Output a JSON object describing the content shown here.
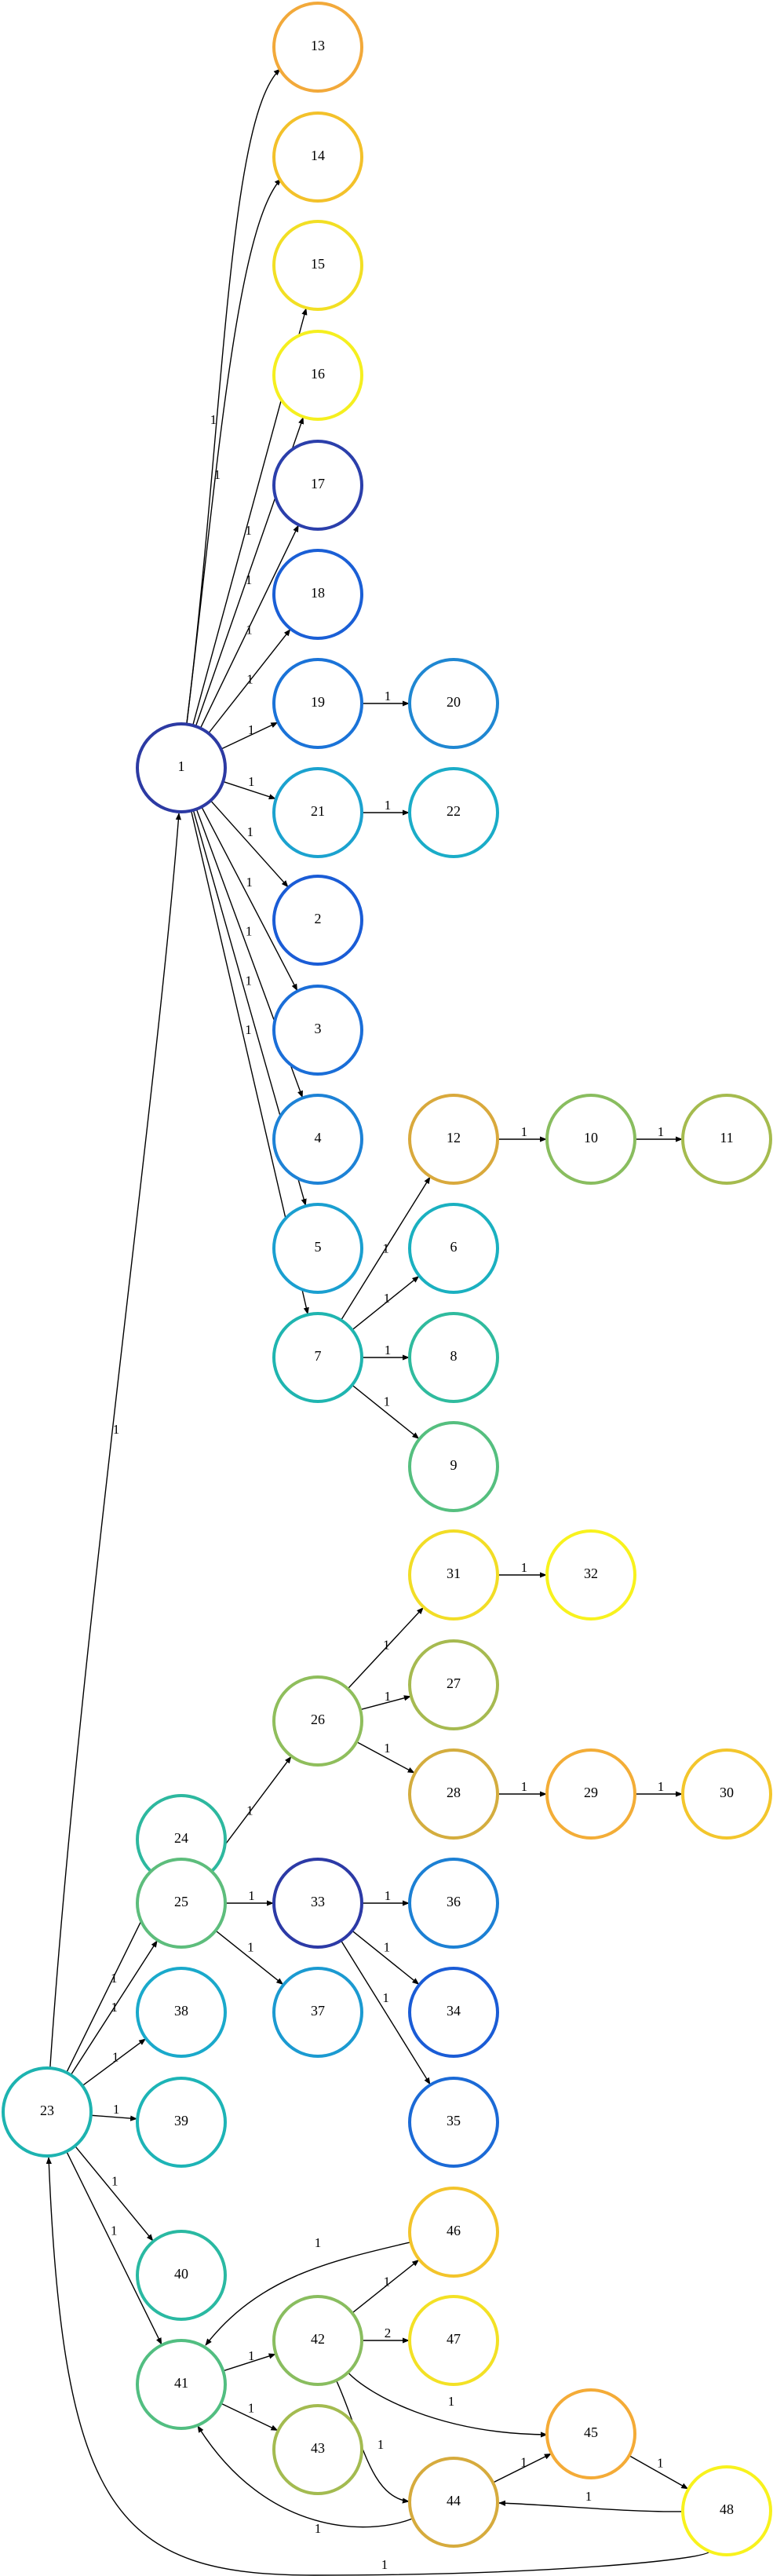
{
  "graph": {
    "nodes": [
      {
        "id": "1",
        "label": "1",
        "color": "#2c3aa3"
      },
      {
        "id": "2",
        "label": "2",
        "color": "#1a5cd6"
      },
      {
        "id": "3",
        "label": "3",
        "color": "#1a6ed8"
      },
      {
        "id": "4",
        "label": "4",
        "color": "#1d82d6"
      },
      {
        "id": "5",
        "label": "5",
        "color": "#1a9fd0"
      },
      {
        "id": "6",
        "label": "6",
        "color": "#1ab0c0"
      },
      {
        "id": "7",
        "label": "7",
        "color": "#1fb5b0"
      },
      {
        "id": "8",
        "label": "8",
        "color": "#2fbb9e"
      },
      {
        "id": "9",
        "label": "9",
        "color": "#55bf7f"
      },
      {
        "id": "10",
        "label": "10",
        "color": "#89bd5f"
      },
      {
        "id": "11",
        "label": "11",
        "color": "#a5bb4e"
      },
      {
        "id": "12",
        "label": "12",
        "color": "#d9a93c"
      },
      {
        "id": "13",
        "label": "13",
        "color": "#f2a93a"
      },
      {
        "id": "14",
        "label": "14",
        "color": "#f3c12a"
      },
      {
        "id": "15",
        "label": "15",
        "color": "#f2df24"
      },
      {
        "id": "16",
        "label": "16",
        "color": "#f5ef1f"
      },
      {
        "id": "17",
        "label": "17",
        "color": "#2b3fab"
      },
      {
        "id": "18",
        "label": "18",
        "color": "#1a5fd6"
      },
      {
        "id": "19",
        "label": "19",
        "color": "#1a73d8"
      },
      {
        "id": "20",
        "label": "20",
        "color": "#1f87d2"
      },
      {
        "id": "21",
        "label": "21",
        "color": "#1ba2cf"
      },
      {
        "id": "22",
        "label": "22",
        "color": "#1aacc8"
      },
      {
        "id": "23",
        "label": "23",
        "color": "#1db3b0"
      },
      {
        "id": "24",
        "label": "24",
        "color": "#2db89f"
      },
      {
        "id": "25",
        "label": "25",
        "color": "#5dbd7c"
      },
      {
        "id": "26",
        "label": "26",
        "color": "#8fbe5c"
      },
      {
        "id": "27",
        "label": "27",
        "color": "#a6ba50"
      },
      {
        "id": "28",
        "label": "28",
        "color": "#d4ad3e"
      },
      {
        "id": "29",
        "label": "29",
        "color": "#f3ad37"
      },
      {
        "id": "30",
        "label": "30",
        "color": "#f3c62c"
      },
      {
        "id": "31",
        "label": "31",
        "color": "#f2dd26"
      },
      {
        "id": "32",
        "label": "32",
        "color": "#f8f21d"
      },
      {
        "id": "33",
        "label": "33",
        "color": "#2c3aa6"
      },
      {
        "id": "34",
        "label": "34",
        "color": "#1a5cd6"
      },
      {
        "id": "35",
        "label": "35",
        "color": "#1b6ad6"
      },
      {
        "id": "36",
        "label": "36",
        "color": "#1c80d4"
      },
      {
        "id": "37",
        "label": "37",
        "color": "#1b9ad1"
      },
      {
        "id": "38",
        "label": "38",
        "color": "#1aa9cb"
      },
      {
        "id": "39",
        "label": "39",
        "color": "#1db4b6"
      },
      {
        "id": "40",
        "label": "40",
        "color": "#2ab9a2"
      },
      {
        "id": "41",
        "label": "41",
        "color": "#52be81"
      },
      {
        "id": "42",
        "label": "42",
        "color": "#89bd5f"
      },
      {
        "id": "43",
        "label": "43",
        "color": "#a3bb50"
      },
      {
        "id": "44",
        "label": "44",
        "color": "#d6ab3d"
      },
      {
        "id": "45",
        "label": "45",
        "color": "#f4ab37"
      },
      {
        "id": "46",
        "label": "46",
        "color": "#f3c42b"
      },
      {
        "id": "47",
        "label": "47",
        "color": "#f3e125"
      },
      {
        "id": "48",
        "label": "48",
        "color": "#f8f21d"
      }
    ],
    "edges": [
      {
        "from": "1",
        "to": "13",
        "label": "1"
      },
      {
        "from": "1",
        "to": "14",
        "label": "1"
      },
      {
        "from": "1",
        "to": "15",
        "label": "1"
      },
      {
        "from": "1",
        "to": "16",
        "label": "1"
      },
      {
        "from": "1",
        "to": "17",
        "label": "1"
      },
      {
        "from": "1",
        "to": "18",
        "label": "1"
      },
      {
        "from": "1",
        "to": "19",
        "label": "1"
      },
      {
        "from": "1",
        "to": "21",
        "label": "1"
      },
      {
        "from": "1",
        "to": "2",
        "label": "1"
      },
      {
        "from": "1",
        "to": "3",
        "label": "1"
      },
      {
        "from": "1",
        "to": "4",
        "label": "1"
      },
      {
        "from": "1",
        "to": "5",
        "label": "1"
      },
      {
        "from": "1",
        "to": "7",
        "label": "1"
      },
      {
        "from": "19",
        "to": "20",
        "label": "1"
      },
      {
        "from": "21",
        "to": "22",
        "label": "1"
      },
      {
        "from": "7",
        "to": "12",
        "label": "1"
      },
      {
        "from": "7",
        "to": "6",
        "label": "1"
      },
      {
        "from": "7",
        "to": "8",
        "label": "1"
      },
      {
        "from": "7",
        "to": "9",
        "label": "1"
      },
      {
        "from": "12",
        "to": "10",
        "label": "1"
      },
      {
        "from": "10",
        "to": "11",
        "label": "1"
      },
      {
        "from": "23",
        "to": "1",
        "label": "1"
      },
      {
        "from": "23",
        "to": "24",
        "label": "1"
      },
      {
        "from": "23",
        "to": "25",
        "label": "1"
      },
      {
        "from": "23",
        "to": "38",
        "label": "1"
      },
      {
        "from": "23",
        "to": "39",
        "label": "1"
      },
      {
        "from": "23",
        "to": "40",
        "label": "1"
      },
      {
        "from": "23",
        "to": "41",
        "label": "1"
      },
      {
        "from": "25",
        "to": "26",
        "label": "1"
      },
      {
        "from": "25",
        "to": "33",
        "label": "1"
      },
      {
        "from": "25",
        "to": "37",
        "label": "1"
      },
      {
        "from": "26",
        "to": "31",
        "label": "1"
      },
      {
        "from": "26",
        "to": "27",
        "label": "1"
      },
      {
        "from": "26",
        "to": "28",
        "label": "1"
      },
      {
        "from": "31",
        "to": "32",
        "label": "1"
      },
      {
        "from": "28",
        "to": "29",
        "label": "1"
      },
      {
        "from": "29",
        "to": "30",
        "label": "1"
      },
      {
        "from": "33",
        "to": "36",
        "label": "1"
      },
      {
        "from": "33",
        "to": "34",
        "label": "1"
      },
      {
        "from": "33",
        "to": "35",
        "label": "1"
      },
      {
        "from": "41",
        "to": "42",
        "label": "1"
      },
      {
        "from": "41",
        "to": "43",
        "label": "1"
      },
      {
        "from": "42",
        "to": "46",
        "label": "1"
      },
      {
        "from": "42",
        "to": "47",
        "label": "2"
      },
      {
        "from": "42",
        "to": "45",
        "label": "1"
      },
      {
        "from": "42",
        "to": "44",
        "label": "1"
      },
      {
        "from": "46",
        "to": "41",
        "label": "1"
      },
      {
        "from": "44",
        "to": "41",
        "label": "1"
      },
      {
        "from": "44",
        "to": "45",
        "label": "1"
      },
      {
        "from": "45",
        "to": "48",
        "label": "1"
      },
      {
        "from": "48",
        "to": "44",
        "label": "1"
      },
      {
        "from": "48",
        "to": "23",
        "label": "1"
      }
    ]
  }
}
